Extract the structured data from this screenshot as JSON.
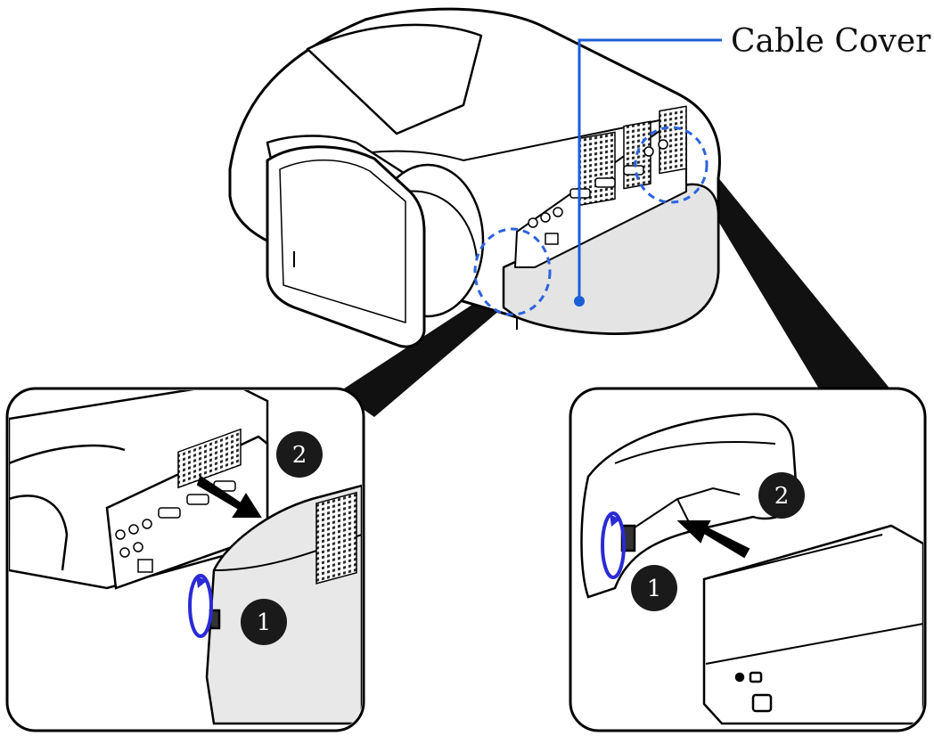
{
  "callout": {
    "label": "Cable Cover"
  },
  "steps": {
    "left_one": "1",
    "left_two": "2",
    "right_one": "1",
    "right_two": "2"
  },
  "colors": {
    "line": "#000000",
    "callout_blue": "#1a5fd6",
    "highlight_dash": "#2c63e0",
    "rotate_arrow": "#2a2bd6",
    "cover_shade": "#e4e4e4",
    "badge": "#1a1a1a"
  }
}
